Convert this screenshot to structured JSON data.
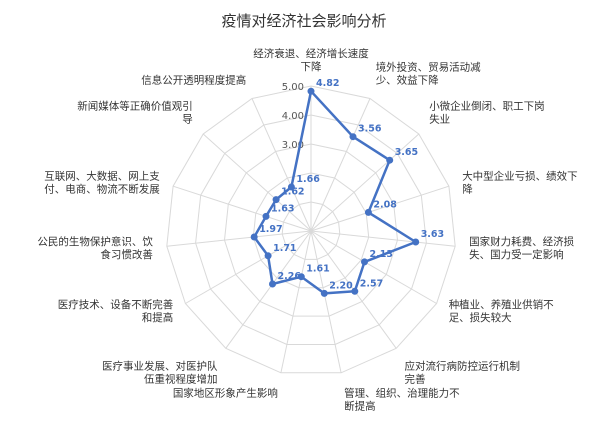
{
  "chart_data": {
    "type": "radar",
    "title": "疫情对经济社会影响分析",
    "categories": [
      [
        "经济衰退、经济增长速度",
        "下降"
      ],
      [
        "境外投资、贸易活动减",
        "少、效益下降"
      ],
      [
        "小微企业倒闭、职工下岗",
        "失业"
      ],
      [
        "大中型企业亏损、绩效下",
        "降"
      ],
      [
        "国家财力耗费、经济损",
        "失、国力受一定影响"
      ],
      [
        "种植业、养殖业供销不",
        "足、损失较大"
      ],
      [
        "应对流行病防控运行机制",
        "完善"
      ],
      [
        "管理、组织、治理能力不",
        "断提高"
      ],
      [
        "国家地区形象产生影响"
      ],
      [
        "医疗事业发展、对医护队",
        "伍重视程度增加"
      ],
      [
        "医疗技术、设备不断完善",
        "和提高"
      ],
      [
        "公民的生物保护意识、饮",
        "食习惯改善"
      ],
      [
        "互联网、大数据、网上支",
        "付、电商、物流不断发展"
      ],
      [
        "新闻媒体等正确价值观引",
        "导"
      ],
      [
        "信息公开透明程度提高"
      ]
    ],
    "values": [
      4.82,
      3.56,
      3.65,
      2.08,
      3.63,
      2.13,
      2.57,
      2.2,
      1.61,
      2.26,
      1.71,
      1.97,
      1.63,
      1.62,
      1.66
    ],
    "value_labels": [
      "4.82",
      "3.56",
      "3.65",
      "2.08",
      "3.63",
      "2.13",
      "2.57",
      "2.20",
      "1.61",
      "2.26",
      "1.71",
      "1.97",
      "1.63",
      "1.62",
      "1.66"
    ],
    "ticks": [
      "",
      "",
      "3.00",
      "4.00",
      "5.00"
    ],
    "range": [
      0,
      5
    ],
    "grid": true,
    "series_color": "#4472c4",
    "grid_color": "#d9d9d9"
  }
}
